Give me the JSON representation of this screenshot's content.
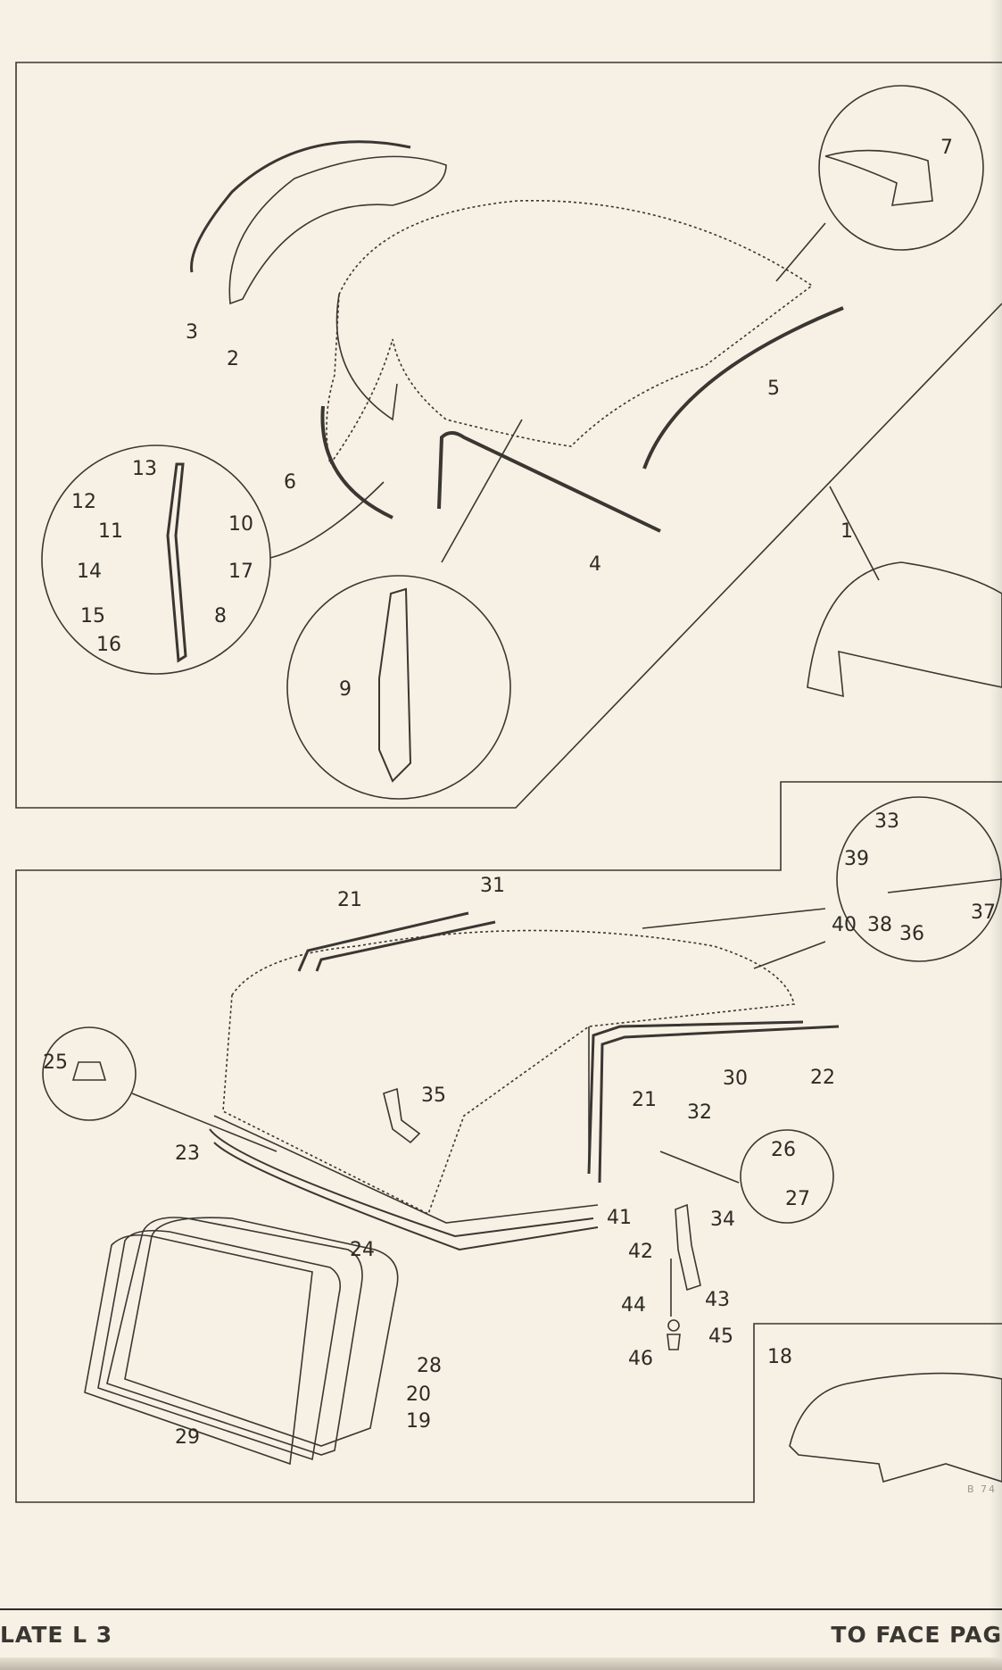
{
  "plate": {
    "label": "LATE L 3",
    "facing_text": "TO FACE PAG",
    "drawing_ref": "B 74"
  },
  "top_panel": {
    "callouts": [
      "1",
      "2",
      "3",
      "4",
      "5",
      "6",
      "7",
      "8",
      "9",
      "10",
      "11",
      "12",
      "13",
      "14",
      "15",
      "16",
      "17"
    ]
  },
  "bottom_panel": {
    "callouts": [
      "18",
      "19",
      "20",
      "21",
      "21",
      "22",
      "23",
      "24",
      "25",
      "26",
      "27",
      "28",
      "29",
      "30",
      "31",
      "32",
      "33",
      "34",
      "35",
      "36",
      "37",
      "38",
      "39",
      "40",
      "41",
      "42",
      "43",
      "44",
      "45",
      "46"
    ]
  },
  "colors": {
    "paper": "#f6f1e4",
    "ink": "#2e2a26"
  }
}
